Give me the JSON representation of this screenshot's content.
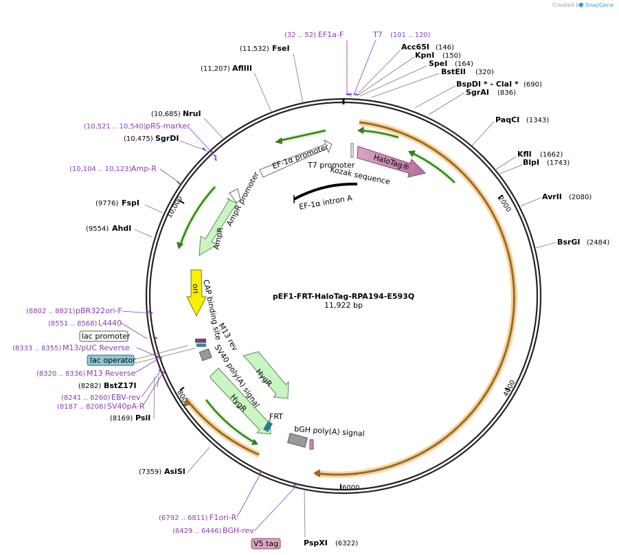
{
  "header": {
    "created_by": "Created by",
    "brand": "SnapGene"
  },
  "plasmid": {
    "name": "pEF1-FRT-HaloTag-RPA194-E593Q",
    "length": "11,922 bp"
  },
  "ticks": [
    "2000",
    "4000",
    "6000",
    "8000",
    "10,000"
  ],
  "enzymes": [
    {
      "name": "FseI",
      "pos": "(11,532)"
    },
    {
      "name": "AflIII",
      "pos": "(11,207)"
    },
    {
      "name": "NruI",
      "pos": "(10,685)"
    },
    {
      "name": "SgrDI",
      "pos": "(10,475)"
    },
    {
      "name": "FspI",
      "pos": "(9776)"
    },
    {
      "name": "AhdI",
      "pos": "(9554)"
    },
    {
      "name": "BstZ17I",
      "pos": "(8282)"
    },
    {
      "name": "PsiI",
      "pos": "(8169)"
    },
    {
      "name": "AsiSI",
      "pos": "(7359)"
    },
    {
      "name": "PspXI",
      "pos": "(6322)"
    },
    {
      "name": "Acc65I",
      "pos": "(146)"
    },
    {
      "name": "KpnI",
      "pos": "(150)"
    },
    {
      "name": "SpeI",
      "pos": "(164)"
    },
    {
      "name": "BstEII",
      "pos": "(320)"
    },
    {
      "name": "BspDI * - ClaI *",
      "pos": "(690)"
    },
    {
      "name": "SgrAI",
      "pos": "(836)"
    },
    {
      "name": "PaqCI",
      "pos": "(1343)"
    },
    {
      "name": "KflI",
      "pos": "(1662)"
    },
    {
      "name": "BlpI",
      "pos": "(1743)"
    },
    {
      "name": "AvrII",
      "pos": "(2080)"
    },
    {
      "name": "BsrGI",
      "pos": "(2484)"
    }
  ],
  "primers": [
    {
      "name": "EF1a-F",
      "range": "(32 .. 52)"
    },
    {
      "name": "T7",
      "range": "(101 .. 120)"
    },
    {
      "name": "pRS-marker",
      "range": "(10,521 .. 10,540)"
    },
    {
      "name": "Amp-R",
      "range": "(10,104 .. 10,123)"
    },
    {
      "name": "pBR322ori-F",
      "range": "(8802 .. 8821)"
    },
    {
      "name": "L4440",
      "range": "(8551 .. 8568)"
    },
    {
      "name": "M13/pUC Reverse",
      "range": "(8333 .. 8355)"
    },
    {
      "name": "M13 Reverse",
      "range": "(8320 .. 8336)"
    },
    {
      "name": "EBV-rev",
      "range": "(8241 .. 8260)"
    },
    {
      "name": "SV40pA-R",
      "range": "(8187 .. 8206)"
    },
    {
      "name": "F1ori-R",
      "range": "(6792 .. 6811)"
    },
    {
      "name": "BGH-rev",
      "range": "(6429 .. 6446)"
    }
  ],
  "boxed_labels": {
    "lac_promoter": "lac promoter",
    "lac_operator": "lac operator",
    "v5_tag": "V5 tag"
  },
  "features": {
    "ef1a_promoter": "EF-1α promoter",
    "t7_promoter": "T7 promoter",
    "halotag": "HaloTag®",
    "kozak": "Kozak sequence",
    "ef1a_intron": "EF-1α intron A",
    "ampr_promoter": "AmpR promoter",
    "ampr": "AmpR",
    "ori": "ori",
    "cap": "CAP binding site",
    "m13rev": "M13 rev",
    "sv40": "SV40 poly(A) signal",
    "hygr1": "HygR",
    "hygr2": "HygR",
    "frt": "FRT",
    "bgh": "bGH poly(A) signal"
  },
  "colors": {
    "backbone": "#222222",
    "primer": "#8a3bb5",
    "orf_orange": "#f5b04a",
    "orf_green": "#6aa63a",
    "halotag": "#c98cb4",
    "ori": "#ffee00",
    "resistance": "#c8f5c0",
    "operator": "#8fc7d4",
    "v5": "#d9a6bf",
    "brand": "#3aa0d8"
  }
}
